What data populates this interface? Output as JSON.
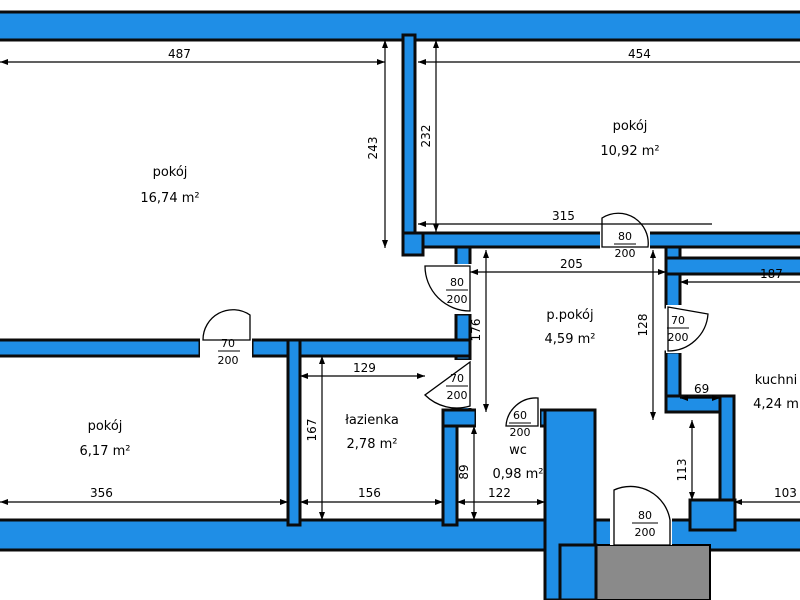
{
  "rooms": [
    {
      "id": "pokoj1",
      "name": "pokój",
      "area": "16,74 m²"
    },
    {
      "id": "pokoj2",
      "name": "pokój",
      "area": "10,92 m²"
    },
    {
      "id": "pokoj3",
      "name": "pokój",
      "area": "6,17 m²"
    },
    {
      "id": "lazienka",
      "name": "łazienka",
      "area": "2,78 m²"
    },
    {
      "id": "ppokoj",
      "name": "p.pokój",
      "area": "4,59 m²"
    },
    {
      "id": "wc",
      "name": "wc",
      "area": "0,98 m²"
    },
    {
      "id": "kuchnia",
      "name": "kuchni",
      "area": "4,24 m"
    }
  ],
  "dimensions": {
    "d487": "487",
    "d454": "454",
    "d243": "243",
    "d232": "232",
    "d315": "315",
    "d205": "205",
    "d187": "187",
    "d176": "176",
    "d128": "128",
    "d129": "129",
    "d167": "167",
    "d156": "156",
    "d356": "356",
    "d89": "89",
    "d122": "122",
    "d113": "113",
    "d103": "103",
    "d69": "69"
  },
  "doors": {
    "door1": {
      "w": "80",
      "h": "200"
    },
    "door2": {
      "w": "80",
      "h": "200"
    },
    "door3": {
      "w": "70",
      "h": "200"
    },
    "door4": {
      "w": "70",
      "h": "200"
    },
    "door5": {
      "w": "70",
      "h": "200"
    },
    "door6": {
      "w": "60",
      "h": "200"
    },
    "door7": {
      "w": "80",
      "h": "200"
    }
  },
  "colors": {
    "wall": "#1f8ee6",
    "outline": "#0b0b0b",
    "landing": "#8a8a8a"
  }
}
